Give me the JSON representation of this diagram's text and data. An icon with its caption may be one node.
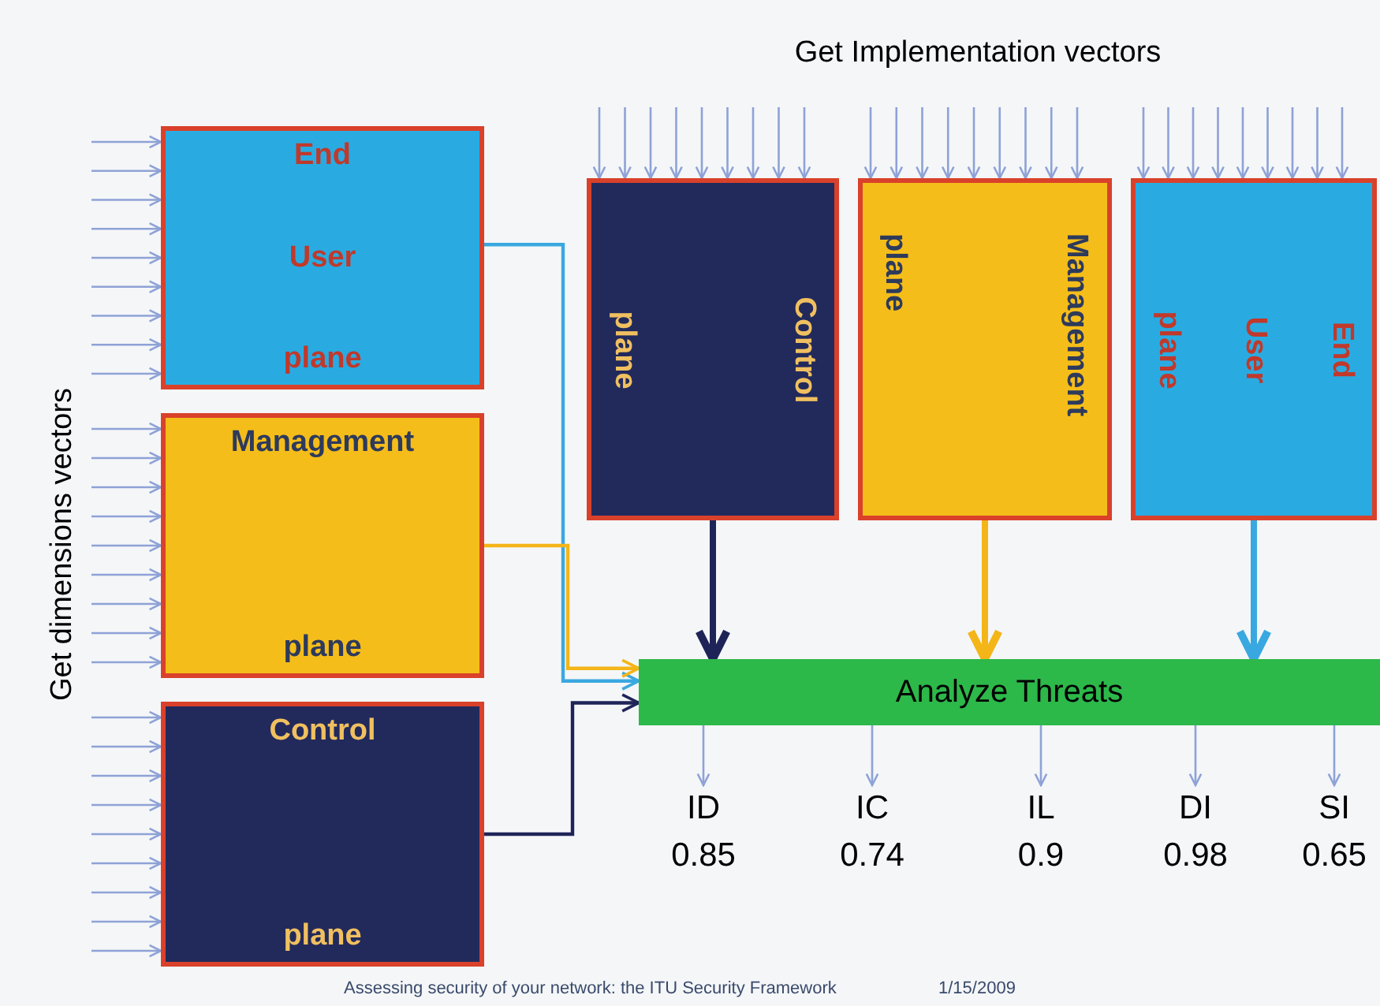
{
  "diagram": {
    "nodes": [
      {
        "text": [
          "End",
          "User",
          "plane"
        ]
      },
      {
        "text": [
          "Management",
          "plane"
        ]
      },
      {
        "text": [
          "Control",
          "plane"
        ]
      },
      {
        "text": [
          "Control",
          "plane"
        ]
      },
      {
        "text": [
          "Management",
          "plane"
        ]
      },
      {
        "text": [
          "End",
          "User",
          "plane"
        ]
      },
      {
        "text": [
          "Analyze Threats"
        ]
      },
      {
        "text": [
          "ID",
          "0.85"
        ]
      },
      {
        "text": [
          "IC",
          "0.74"
        ]
      },
      {
        "text": [
          "IL",
          "0.9"
        ]
      },
      {
        "text": [
          "DI",
          "0.98"
        ]
      },
      {
        "text": [
          "SI",
          "0.65"
        ]
      }
    ],
    "edges": [
      {
        "from": 0,
        "to": 6,
        "arrow": "to",
        "color": "#3aa8e0"
      },
      {
        "from": 1,
        "to": 6,
        "arrow": "to",
        "color": "#f4b518"
      },
      {
        "from": 2,
        "to": 6,
        "arrow": "to",
        "color": "#1f2458"
      },
      {
        "from": 3,
        "to": 6,
        "arrow": "to",
        "style": "thick",
        "color": "#1f2458"
      },
      {
        "from": 4,
        "to": 6,
        "arrow": "to",
        "style": "thick",
        "color": "#f4b518"
      },
      {
        "from": 5,
        "to": 6,
        "arrow": "to",
        "style": "thick",
        "color": "#3aa8e0"
      },
      {
        "from": 6,
        "to": 7,
        "arrow": "to"
      },
      {
        "from": 6,
        "to": 8,
        "arrow": "to"
      },
      {
        "from": 6,
        "to": 9,
        "arrow": "to"
      },
      {
        "from": 6,
        "to": 10,
        "arrow": "to"
      },
      {
        "from": 6,
        "to": 11,
        "arrow": "to"
      },
      {
        "from": null,
        "to": 0,
        "arrow": "to"
      },
      {
        "from": null,
        "to": 0,
        "arrow": "to"
      },
      {
        "from": null,
        "to": 0,
        "arrow": "to"
      },
      {
        "from": null,
        "to": 0,
        "arrow": "to"
      },
      {
        "from": null,
        "to": 0,
        "arrow": "to"
      },
      {
        "from": null,
        "to": 0,
        "arrow": "to"
      },
      {
        "from": null,
        "to": 0,
        "arrow": "to"
      },
      {
        "from": null,
        "to": 0,
        "arrow": "to"
      },
      {
        "from": null,
        "to": 0,
        "arrow": "to"
      },
      {
        "from": null,
        "to": 1,
        "arrow": "to"
      },
      {
        "from": null,
        "to": 1,
        "arrow": "to"
      },
      {
        "from": null,
        "to": 1,
        "arrow": "to"
      },
      {
        "from": null,
        "to": 1,
        "arrow": "to"
      },
      {
        "from": null,
        "to": 1,
        "arrow": "to"
      },
      {
        "from": null,
        "to": 1,
        "arrow": "to"
      },
      {
        "from": null,
        "to": 1,
        "arrow": "to"
      },
      {
        "from": null,
        "to": 1,
        "arrow": "to"
      },
      {
        "from": null,
        "to": 1,
        "arrow": "to"
      },
      {
        "from": null,
        "to": 2,
        "arrow": "to"
      },
      {
        "from": null,
        "to": 2,
        "arrow": "to"
      },
      {
        "from": null,
        "to": 2,
        "arrow": "to"
      },
      {
        "from": null,
        "to": 2,
        "arrow": "to"
      },
      {
        "from": null,
        "to": 2,
        "arrow": "to"
      },
      {
        "from": null,
        "to": 2,
        "arrow": "to"
      },
      {
        "from": null,
        "to": 2,
        "arrow": "to"
      },
      {
        "from": null,
        "to": 2,
        "arrow": "to"
      },
      {
        "from": null,
        "to": 2,
        "arrow": "to"
      },
      {
        "from": null,
        "to": 3,
        "arrow": "to"
      },
      {
        "from": null,
        "to": 3,
        "arrow": "to"
      },
      {
        "from": null,
        "to": 3,
        "arrow": "to"
      },
      {
        "from": null,
        "to": 3,
        "arrow": "to"
      },
      {
        "from": null,
        "to": 3,
        "arrow": "to"
      },
      {
        "from": null,
        "to": 3,
        "arrow": "to"
      },
      {
        "from": null,
        "to": 3,
        "arrow": "to"
      },
      {
        "from": null,
        "to": 3,
        "arrow": "to"
      },
      {
        "from": null,
        "to": 3,
        "arrow": "to"
      },
      {
        "from": null,
        "to": 4,
        "arrow": "to"
      },
      {
        "from": null,
        "to": 4,
        "arrow": "to"
      },
      {
        "from": null,
        "to": 4,
        "arrow": "to"
      },
      {
        "from": null,
        "to": 4,
        "arrow": "to"
      },
      {
        "from": null,
        "to": 4,
        "arrow": "to"
      },
      {
        "from": null,
        "to": 4,
        "arrow": "to"
      },
      {
        "from": null,
        "to": 4,
        "arrow": "to"
      },
      {
        "from": null,
        "to": 4,
        "arrow": "to"
      },
      {
        "from": null,
        "to": 4,
        "arrow": "to"
      },
      {
        "from": null,
        "to": 5,
        "arrow": "to"
      },
      {
        "from": null,
        "to": 5,
        "arrow": "to"
      },
      {
        "from": null,
        "to": 5,
        "arrow": "to"
      },
      {
        "from": null,
        "to": 5,
        "arrow": "to"
      },
      {
        "from": null,
        "to": 5,
        "arrow": "to"
      },
      {
        "from": null,
        "to": 5,
        "arrow": "to"
      },
      {
        "from": null,
        "to": 5,
        "arrow": "to"
      },
      {
        "from": null,
        "to": 5,
        "arrow": "to"
      },
      {
        "from": null,
        "to": 5,
        "arrow": "to"
      }
    ],
    "labels": [
      "Get Implementation vectors",
      "Get dimensions vectors",
      "Assessing security of your network: the ITU Security Framework",
      "1/15/2009"
    ]
  }
}
